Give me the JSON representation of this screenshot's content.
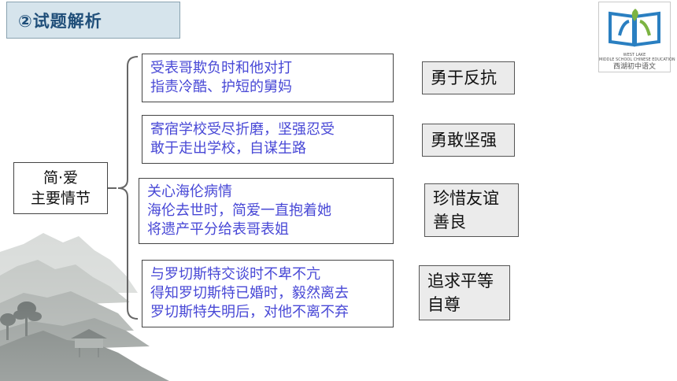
{
  "header": {
    "title": "②试题解析"
  },
  "logo": {
    "small_text": "WEST LAKE\nMIDDLE SCHOOL CHINESE EDUCATION",
    "caption": "西湖初中语文"
  },
  "diagram": {
    "root": {
      "lines": [
        "简·爱",
        "主要情节"
      ]
    },
    "plots": [
      {
        "lines": [
          "受表哥欺负时和他对打",
          "指责冷酷、护短的舅妈"
        ]
      },
      {
        "lines": [
          "寄宿学校受尽折磨，坚强忍受",
          "敢于走出学校，自谋生路"
        ]
      },
      {
        "lines": [
          "关心海伦病情",
          "海伦去世时，简爱一直抱着她",
          "将遗产平分给表哥表姐"
        ]
      },
      {
        "lines": [
          "与罗切斯特交谈时不卑不亢",
          "得知罗切斯特已婚时，毅然离去",
          "罗切斯特失明后，对他不离不弃"
        ]
      }
    ],
    "traits": [
      {
        "lines": [
          "勇于反抗"
        ]
      },
      {
        "lines": [
          "勇敢坚强"
        ]
      },
      {
        "lines": [
          "珍惜友谊",
          "善良"
        ]
      },
      {
        "lines": [
          "追求平等",
          "自尊"
        ]
      }
    ]
  },
  "colors": {
    "plot_text": "#4848d6",
    "title_text": "#1f4e79",
    "title_bg": "#d6e4ec",
    "trait_bg": "#ebebeb",
    "logo_blue": "#2a7fc1",
    "logo_green": "#7cb342"
  }
}
